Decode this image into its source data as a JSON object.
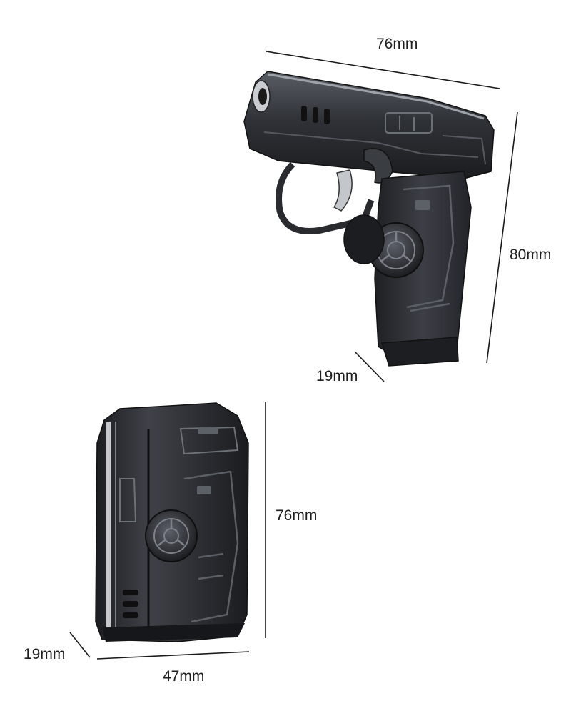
{
  "pistol_view": {
    "length_label": "76mm",
    "height_label": "80mm",
    "depth_label": "19mm"
  },
  "folded_view": {
    "height_label": "76mm",
    "depth_label": "19mm",
    "width_label": "47mm"
  },
  "colors": {
    "body_dark": "#2b2d31",
    "body_mid": "#45484e",
    "highlight": "#b8bcc2",
    "line": "#1a1a1a"
  }
}
